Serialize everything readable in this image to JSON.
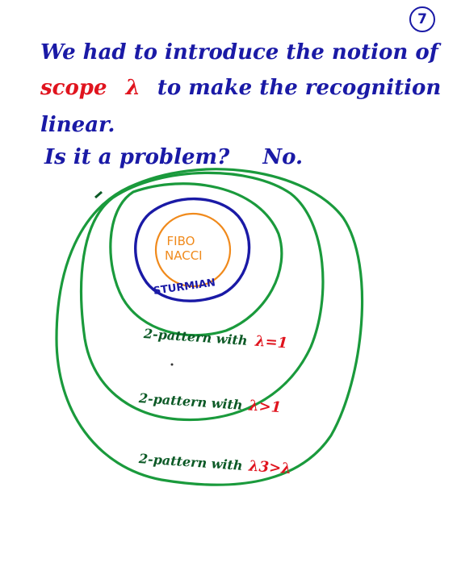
{
  "page_number": "7",
  "text": {
    "line1": "We had to introduce the notion of",
    "line2_scope": "scope",
    "line2_lambda": "λ",
    "line2_rest": "to make the recognition",
    "line3": "linear.",
    "line4_question": "Is it a problem?",
    "line4_answer": "No."
  },
  "diagram": {
    "fibo_line1": "FIBO",
    "fibo_line2": "NACCI",
    "sturmian": "STURMIAN",
    "ring1_prefix": "2-pattern with",
    "ring1_lambda": "λ=1",
    "ring2_prefix": "2-pattern with",
    "ring2_lambda": "λ>1",
    "ring3_prefix": "2-pattern with",
    "ring3_lambda": "λ3>λ"
  },
  "colors": {
    "blue": "#1a1aa6",
    "red": "#e0141e",
    "green": "#1a9a3c",
    "orange": "#f08a1c",
    "dark_green": "#0c5a26"
  }
}
